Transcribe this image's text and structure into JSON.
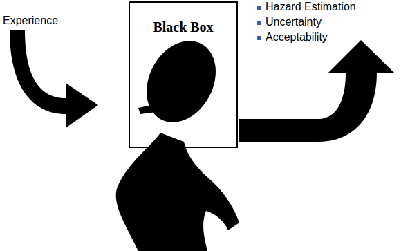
{
  "diagram": {
    "nodes": [
      {
        "text": [
          "Black Box"
        ]
      }
    ],
    "labels": [
      "Experience",
      "Hazard Estimation",
      "Uncertainty",
      "Acceptability"
    ]
  }
}
